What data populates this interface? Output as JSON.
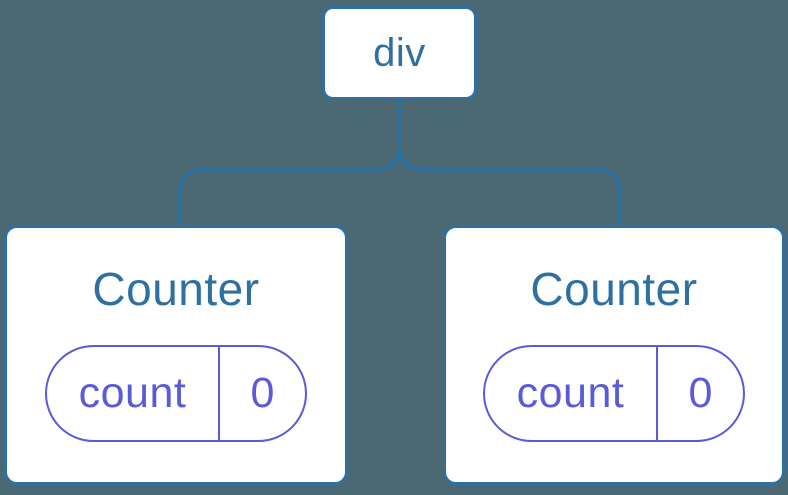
{
  "colors": {
    "bg": "#4C6973",
    "blue": "#2E70A1",
    "purple": "#5A5BD8",
    "card_bg": "#FFFFFF"
  },
  "tree": {
    "root": {
      "label": "div"
    },
    "children": [
      {
        "title": "Counter",
        "state": {
          "key": "count",
          "value": "0"
        }
      },
      {
        "title": "Counter",
        "state": {
          "key": "count",
          "value": "0"
        }
      }
    ]
  }
}
